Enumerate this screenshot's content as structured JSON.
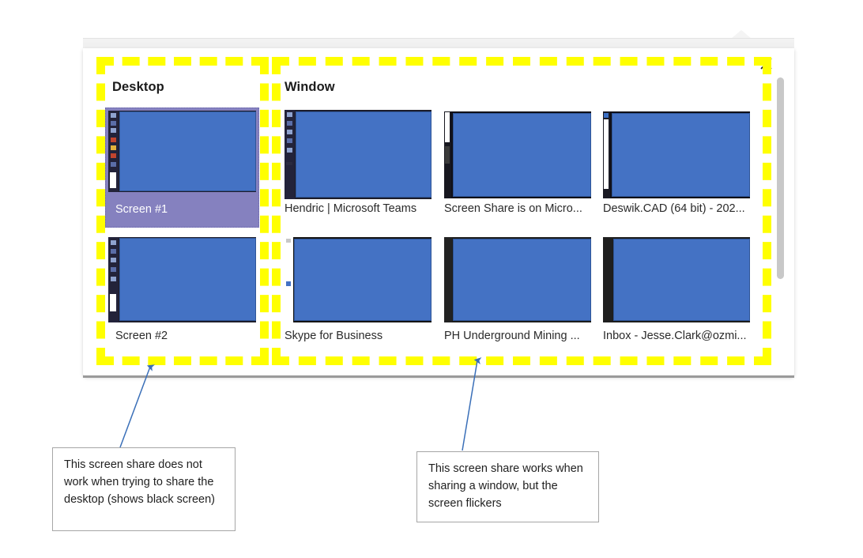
{
  "popup": {
    "close_icon": "close-icon",
    "columns": {
      "desktop_heading": "Desktop",
      "window_heading": "Window"
    },
    "desktop_sources": [
      {
        "label": "Screen #1",
        "selected": true
      },
      {
        "label": "Screen #2",
        "selected": false
      }
    ],
    "window_sources": [
      {
        "label": "Hendric | Microsoft Teams",
        "selected": false
      },
      {
        "label": "Screen Share is on Micro...",
        "selected": false
      },
      {
        "label": "Deswik.CAD (64 bit) - 202...",
        "selected": false
      },
      {
        "label": "Skype for Business",
        "selected": false
      },
      {
        "label": "PH Underground Mining ...",
        "selected": false
      },
      {
        "label": "Inbox - Jesse.Clark@ozmi...",
        "selected": false
      }
    ],
    "scrollbar": {
      "name": "vertical-scrollbar"
    }
  },
  "annotations": {
    "highlight_color": "#ffff00",
    "arrow_color": "#4472c4",
    "callout_left": "This screen share does not work when trying to share the desktop (shows black screen)",
    "callout_right": "This screen share works when sharing a window, but the screen flickers"
  },
  "colors": {
    "thumbnail_blue": "#4472c4",
    "selected_tile": "#8581bf",
    "highlight": "#ffff00",
    "arrow": "#4472c4"
  }
}
